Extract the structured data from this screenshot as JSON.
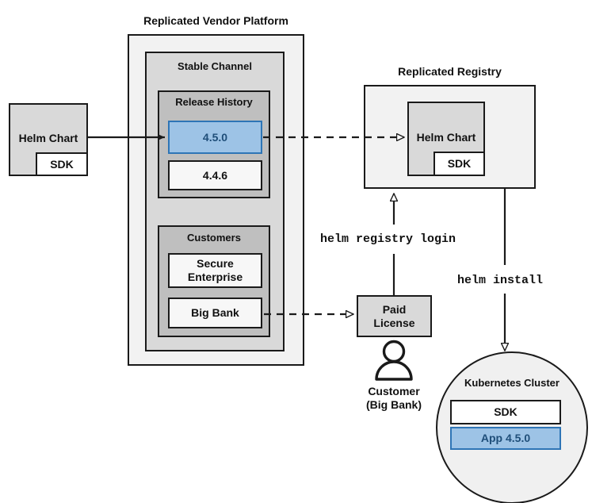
{
  "diagram": {
    "title": "Replicated Vendor Platform helm distribution flow",
    "colors": {
      "accent_blue_fill": "#9dc3e6",
      "accent_blue_border": "#2e75b6",
      "accent_blue_text": "#1f4e79",
      "outline": "#1a1a1a",
      "level1_fill": "#f2f2f2",
      "level2_fill": "#d9d9d9",
      "level3_fill": "#bfbfbf"
    }
  },
  "source_chart": {
    "label": "Helm Chart",
    "sdk_label": "SDK"
  },
  "platform": {
    "title": "Replicated Vendor Platform",
    "channel": {
      "title": "Stable Channel",
      "release_history": {
        "title": "Release History",
        "releases": [
          {
            "version": "4.5.0",
            "highlighted": true
          },
          {
            "version": "4.4.6",
            "highlighted": false
          }
        ]
      },
      "customers": {
        "title": "Customers",
        "entries": [
          {
            "name": "Secure\nEnterprise"
          },
          {
            "name": "Big Bank"
          }
        ]
      }
    }
  },
  "registry": {
    "title": "Replicated Registry",
    "chart": {
      "label": "Helm Chart",
      "sdk_label": "SDK"
    }
  },
  "license": {
    "label": "Paid\nLicense"
  },
  "customer": {
    "icon": "person-icon",
    "caption_line1": "Customer",
    "caption_line2": "(Big Bank)"
  },
  "cluster": {
    "title": "Kubernetes Cluster",
    "components": [
      {
        "label": "SDK",
        "highlighted": false
      },
      {
        "label": "App 4.5.0",
        "highlighted": true
      }
    ]
  },
  "commands": {
    "registry_login": "helm registry login",
    "install": "helm install"
  }
}
